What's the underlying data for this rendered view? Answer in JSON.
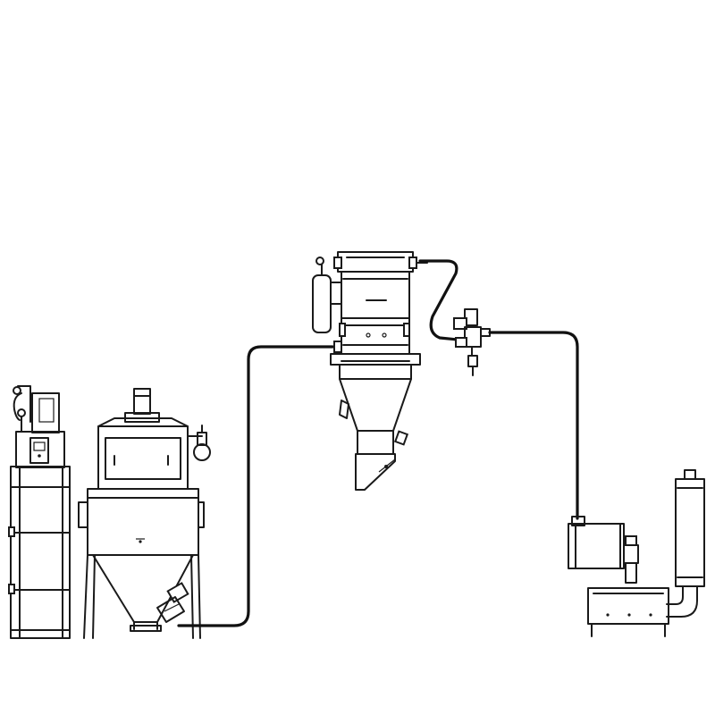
{
  "diagram": {
    "components": [
      {
        "id": "control-panel",
        "label": ""
      },
      {
        "id": "bag-dump-station",
        "label": ""
      },
      {
        "id": "vacuum-receiver",
        "label": ""
      },
      {
        "id": "filter-valve-assembly",
        "label": ""
      },
      {
        "id": "vacuum-pump",
        "label": ""
      }
    ],
    "connections": [
      {
        "from": "bag-dump-station",
        "to": "vacuum-receiver",
        "kind": "conveying-hose"
      },
      {
        "from": "vacuum-receiver",
        "to": "filter-valve-assembly",
        "kind": "vacuum-hose"
      },
      {
        "from": "filter-valve-assembly",
        "to": "vacuum-pump",
        "kind": "vacuum-hose"
      }
    ],
    "colors": {
      "line": "#1a1a1a",
      "background": "#ffffff"
    }
  }
}
